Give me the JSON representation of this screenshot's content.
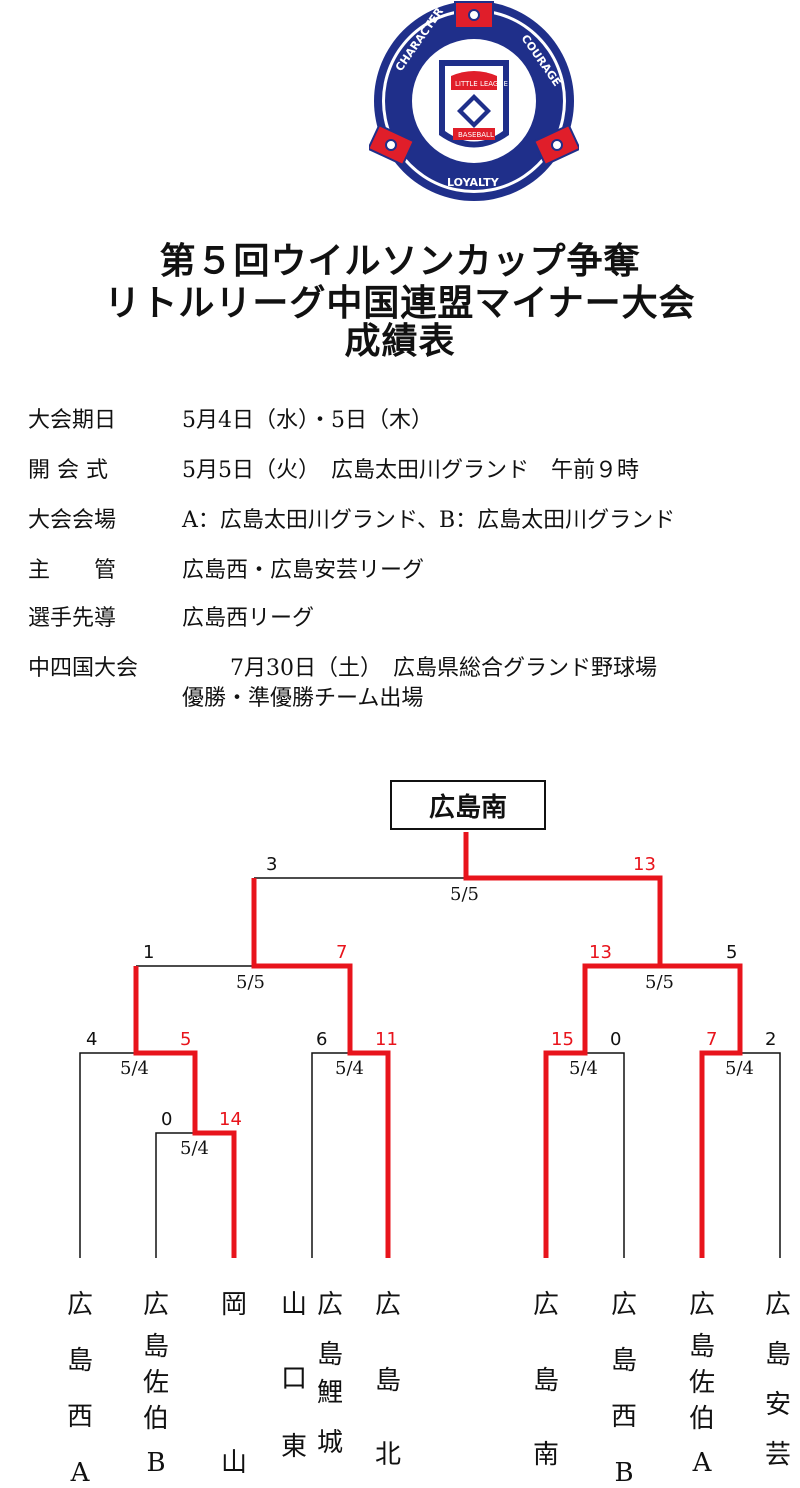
{
  "logo": {
    "ring_top_left": "CHARACTER",
    "ring_top_right": "COURAGE",
    "ring_bottom": "LOYALTY",
    "shield_top": "LITTLE LEAGUE",
    "shield_bottom": "BASEBALL",
    "colors": {
      "navy": "#1f2f8a",
      "red": "#e01e2a",
      "white": "#ffffff"
    }
  },
  "title": {
    "line1": "第５回ウイルソンカップ争奪",
    "line2": "リトルリーグ中国連盟マイナー大会",
    "line3": "成績表"
  },
  "info": [
    {
      "label": "大会期日",
      "value": "5月4日（水）・5日（木）"
    },
    {
      "label": "開 会 式",
      "value": "5月5日（火）　広島太田川グランド　午前９時"
    },
    {
      "label": "大会会場",
      "value": "A：広島太田川グランド、B：広島太田川グランド"
    },
    {
      "label": "主　　管",
      "value": "広島西・広島安芸リーグ"
    },
    {
      "label": "選手先導",
      "value": "広島西リーグ"
    },
    {
      "label": "中四国大会",
      "value": "7月30日（土）　広島県総合グランド野球場"
    },
    {
      "label": "",
      "value": "優勝・準優勝チーム出場"
    }
  ],
  "champion": "広島南",
  "colors": {
    "winner": "#e8141c",
    "line": "#111111"
  },
  "bracket": {
    "scores": {
      "final_left": "3",
      "final_right": "13",
      "sf_left_l": "1",
      "sf_left_r": "7",
      "sf_right_l": "13",
      "sf_right_r": "5",
      "qf1_l": "4",
      "qf1_r": "5",
      "qf2_l": "6",
      "qf2_r": "11",
      "qf3_l": "15",
      "qf3_r": "0",
      "qf4_l": "7",
      "qf4_r": "2",
      "r1_l": "0",
      "r1_r": "14"
    },
    "dates": {
      "final": "5/5",
      "sf_left": "5/5",
      "sf_right": "5/5",
      "qf1": "5/4",
      "qf2": "5/4",
      "qf3": "5/4",
      "qf4": "5/4",
      "r1": "5/4"
    }
  },
  "teams": [
    {
      "name": [
        "広",
        "島",
        "西",
        "A"
      ]
    },
    {
      "name": [
        "広",
        "島",
        "佐",
        "伯",
        "B"
      ]
    },
    {
      "name": [
        "岡",
        "",
        "",
        "",
        "山"
      ]
    },
    {
      "name": [
        "山",
        "",
        "口",
        "",
        "東"
      ]
    },
    {
      "name": [
        "広",
        "島",
        "鯉",
        "城"
      ]
    },
    {
      "name": [
        "広",
        "",
        "島",
        "",
        "北"
      ]
    },
    {
      "name": [
        "広",
        "",
        "島",
        "",
        "南"
      ]
    },
    {
      "name": [
        "広",
        "島",
        "西",
        "B"
      ]
    },
    {
      "name": [
        "広",
        "島",
        "佐",
        "伯",
        "A"
      ]
    },
    {
      "name": [
        "広",
        "島",
        "安",
        "芸"
      ]
    }
  ]
}
